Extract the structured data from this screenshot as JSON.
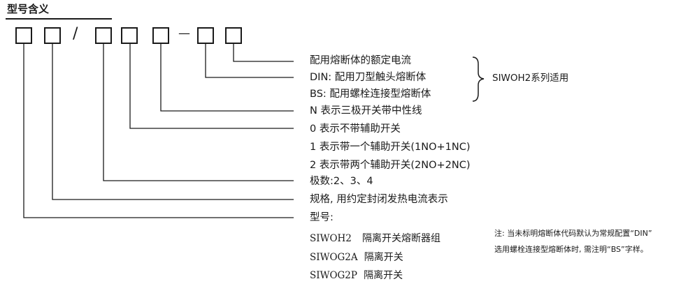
{
  "title": "型号含义",
  "code_symbols": {
    "slash": "/",
    "dash": "—"
  },
  "labels": {
    "rated_current": "配用熔断体的额定电流",
    "din": "DIN: 配用刀型触头熔断体",
    "bs": "BS:  配用螺栓连接型熔断体",
    "n_line": "N  表示三极开关带中性线",
    "aux_0": "0  表示不带辅助开关",
    "aux_1": "1  表示带一个辅助开关(1NO+1NC)",
    "aux_2": "2  表示带两个辅助开关(2NO+2NC)",
    "poles": "极数:2、3、4",
    "spec": "规格, 用约定封闭发热电流表示",
    "model": "型号:"
  },
  "bracket_label": "SIWOH2系列适用",
  "models": [
    {
      "code": "SIWOH2",
      "desc": "隔离开关熔断器组"
    },
    {
      "code": "SIWOG2A",
      "desc": "隔离开关"
    },
    {
      "code": "SIWOG2P",
      "desc": "隔离开关"
    }
  ],
  "note": {
    "line1": "注: 当未标明熔断体代码默认为常规配置“DIN”",
    "line2": "选用螺栓连接型熔断体时, 需注明“BS”字样。"
  }
}
